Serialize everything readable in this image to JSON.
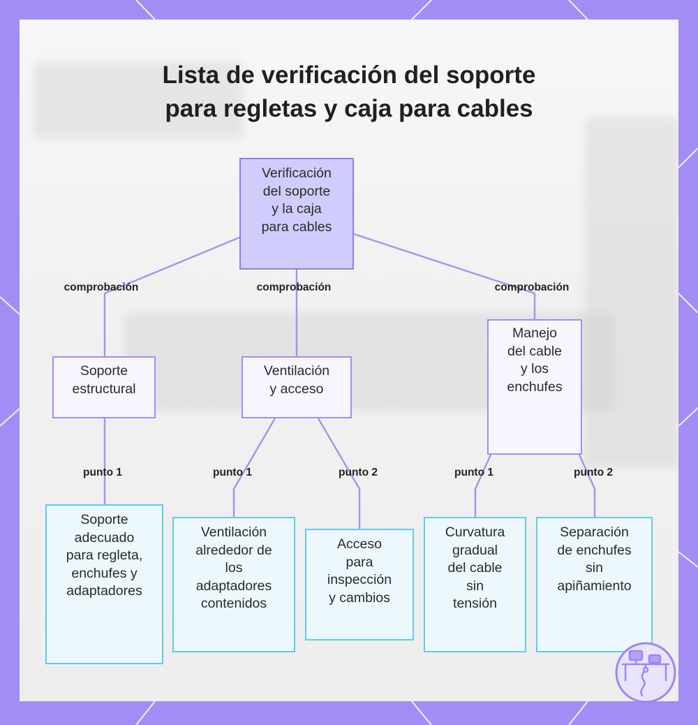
{
  "title": {
    "line1": "Lista de verificación del soporte",
    "line2": "para regletas y caja para cables"
  },
  "root": {
    "lines": [
      "Verificación",
      "del soporte",
      "y la caja",
      "para cables"
    ]
  },
  "branches": [
    {
      "edge_label": "comprobación",
      "lines": [
        "Soporte",
        "estructural"
      ],
      "children": [
        {
          "edge_label": "punto 1",
          "lines": [
            "Soporte",
            "adecuado",
            "para regleta,",
            "enchufes y",
            "adaptadores"
          ]
        }
      ]
    },
    {
      "edge_label": "comprobación",
      "lines": [
        "Ventilación",
        "y acceso"
      ],
      "children": [
        {
          "edge_label": "punto 1",
          "lines": [
            "Ventilación",
            "alrededor de",
            "los",
            "adaptadores",
            "contenidos"
          ]
        },
        {
          "edge_label": "punto 2",
          "lines": [
            "Acceso",
            "para",
            "inspección",
            "y cambios"
          ]
        }
      ]
    },
    {
      "edge_label": "comprobación",
      "lines": [
        "Manejo",
        "del cable",
        "y los",
        "enchufes"
      ],
      "children": [
        {
          "edge_label": "punto 1",
          "lines": [
            "Curvatura",
            "gradual",
            "del cable",
            "sin",
            "tensión"
          ]
        },
        {
          "edge_label": "punto 2",
          "lines": [
            "Separación",
            "de enchufes",
            "sin",
            "apiñamiento"
          ]
        }
      ]
    }
  ],
  "colors": {
    "frame": "#a48cf5",
    "connector": "#a394e6",
    "root_fill": "#cfcdfb",
    "mid_border": "#9b92ef",
    "leaf_border": "#63cbe0"
  },
  "logo_icon": "desk-workstation-logo-icon"
}
